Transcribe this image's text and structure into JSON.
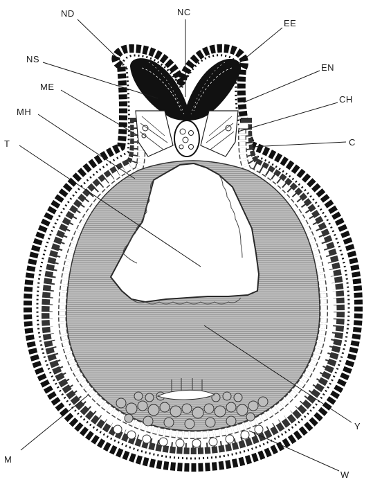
{
  "figure": {
    "labels": {
      "nd": "ND",
      "nc": "NC",
      "ee": "EE",
      "ns": "NS",
      "en": "EN",
      "me": "ME",
      "ch": "CH",
      "mh": "MH",
      "c": "C",
      "t": "T",
      "y": "Y",
      "m": "M",
      "w": "W"
    }
  },
  "colors": {
    "ectoderm": "#111111",
    "endoderm_outline": "#2a2a2a",
    "yolk": "#b8b8b8",
    "cavity": "#ffffff",
    "cell_fill": "#ffffff"
  }
}
